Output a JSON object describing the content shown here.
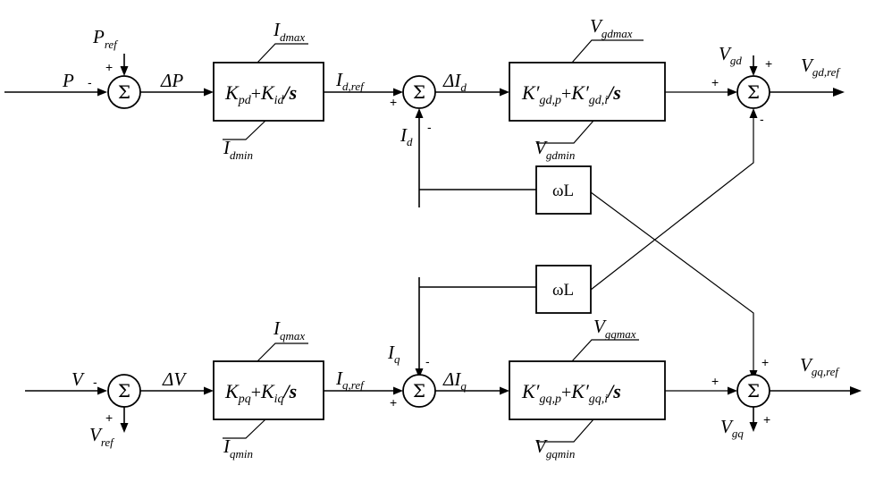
{
  "sum_symbol": "Σ",
  "signals": {
    "P": "P",
    "P_ref": {
      "main": "P",
      "sub": "ref"
    },
    "delta_P": "ΔP",
    "I_d_ref": {
      "main": "I",
      "sub": "d,ref"
    },
    "I_d": {
      "main": "I",
      "sub": "d"
    },
    "delta_I_d": {
      "main": "ΔI",
      "sub": "d"
    },
    "V_gd": {
      "main": "V",
      "sub": "gd"
    },
    "V_gd_ref": {
      "main": "V",
      "sub": "gd,ref"
    },
    "V": "V",
    "V_ref": {
      "main": "V",
      "sub": "ref"
    },
    "delta_V": "ΔV",
    "I_q_ref": {
      "main": "I",
      "sub": "q,ref"
    },
    "I_q": {
      "main": "I",
      "sub": "q"
    },
    "delta_I_q": {
      "main": "ΔI",
      "sub": "q"
    },
    "V_gq": {
      "main": "V",
      "sub": "gq"
    },
    "V_gq_ref": {
      "main": "V",
      "sub": "gq,ref"
    }
  },
  "limits": {
    "I_dmax": {
      "main": "I",
      "sub": "dmax"
    },
    "I_dmin": {
      "main": "I",
      "sub": "dmin"
    },
    "V_gdmax": {
      "main": "V",
      "sub": "gdmax"
    },
    "V_gdmin": {
      "main": "V",
      "sub": "gdmin"
    },
    "I_qmax": {
      "main": "I",
      "sub": "qmax"
    },
    "I_qmin": {
      "main": "I",
      "sub": "qmin"
    },
    "V_gqmax": {
      "main": "V",
      "sub": "gqmax"
    },
    "V_gqmin": {
      "main": "V",
      "sub": "gqmin"
    }
  },
  "blocks": {
    "pi_d": {
      "k1": "K",
      "s1": "pd",
      "plus": "+",
      "k2": "K",
      "s2": "id",
      "tail": "/s"
    },
    "pi_gd": {
      "k1": "K′",
      "s1": "gd,p",
      "plus": "+",
      "k2": "K′",
      "s2": "gd,i",
      "tail": "/s"
    },
    "pi_q": {
      "k1": "K",
      "s1": "pq",
      "plus": "+",
      "k2": "K",
      "s2": "iq",
      "tail": "/s"
    },
    "pi_gq": {
      "k1": "K′",
      "s1": "gq,p",
      "plus": "+",
      "k2": "K′",
      "s2": "gq,i",
      "tail": "/s"
    },
    "wL_top": "ωL",
    "wL_bottom": "ωL"
  },
  "sign_marks": {
    "plus": "+",
    "minus": "-"
  }
}
